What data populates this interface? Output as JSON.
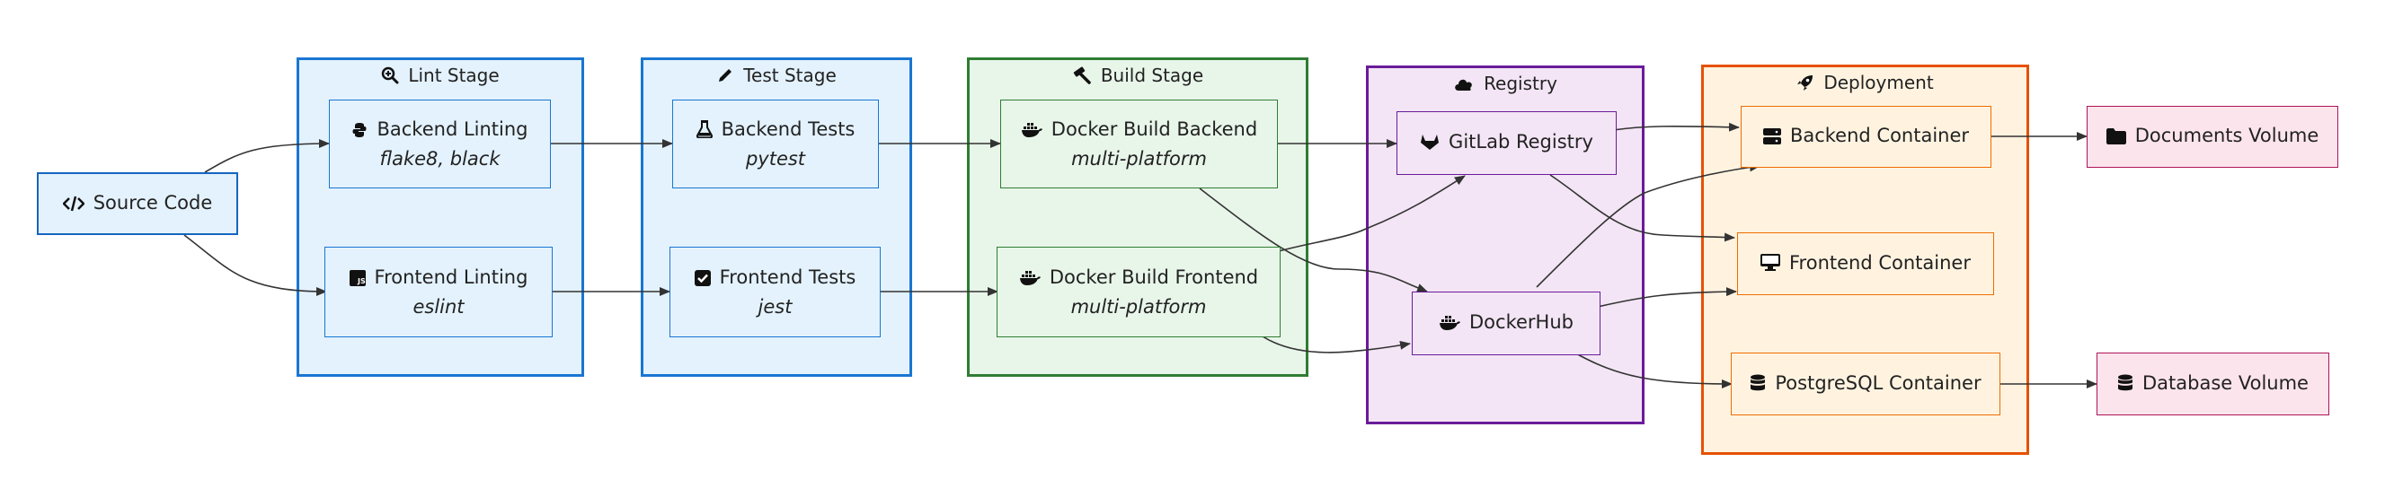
{
  "colors": {
    "source_fill": "#e3f2fd",
    "source_border": "#1565c0",
    "lint_fill": "#e3f2fd",
    "lint_border": "#1976d2",
    "test_fill": "#e3f2fd",
    "test_border": "#1976d2",
    "build_fill": "#e8f5e9",
    "build_border": "#2e7d32",
    "registry_fill": "#f3e5f5",
    "registry_border": "#6a1b9a",
    "deploy_fill": "#fff3e0",
    "deploy_border": "#e65100",
    "volume_fill": "#fce4ec",
    "volume_border": "#ad1457",
    "edge": "#333333"
  },
  "stages": {
    "lint": {
      "title": "Lint Stage",
      "icon": "search-plus-icon"
    },
    "test": {
      "title": "Test Stage",
      "icon": "pen-icon"
    },
    "build": {
      "title": "Build Stage",
      "icon": "hammer-icon"
    },
    "registry": {
      "title": "Registry",
      "icon": "cloud-icon"
    },
    "deploy": {
      "title": "Deployment",
      "icon": "rocket-icon"
    }
  },
  "nodes": {
    "source": {
      "label": "Source Code",
      "icon": "code-icon"
    },
    "backend_lint": {
      "label": "Backend Linting",
      "sub": "flake8, black",
      "icon": "python-icon"
    },
    "frontend_lint": {
      "label": "Frontend Linting",
      "sub": "eslint",
      "icon": "js-icon"
    },
    "backend_test": {
      "label": "Backend Tests",
      "sub": "pytest",
      "icon": "flask-icon"
    },
    "frontend_test": {
      "label": "Frontend Tests",
      "sub": "jest",
      "icon": "check-square-icon"
    },
    "docker_backend": {
      "label": "Docker Build Backend",
      "sub": "multi-platform",
      "icon": "docker-icon"
    },
    "docker_frontend": {
      "label": "Docker Build Frontend",
      "sub": "multi-platform",
      "icon": "docker-icon"
    },
    "gitlab": {
      "label": "GitLab Registry",
      "icon": "gitlab-icon"
    },
    "dockerhub": {
      "label": "DockerHub",
      "icon": "docker-icon"
    },
    "backend_container": {
      "label": "Backend Container",
      "icon": "server-icon"
    },
    "frontend_container": {
      "label": "Frontend Container",
      "icon": "desktop-icon"
    },
    "postgres_container": {
      "label": "PostgreSQL Container",
      "icon": "database-icon"
    },
    "documents_volume": {
      "label": "Documents Volume",
      "icon": "folder-icon"
    },
    "database_volume": {
      "label": "Database Volume",
      "icon": "database-icon"
    }
  }
}
